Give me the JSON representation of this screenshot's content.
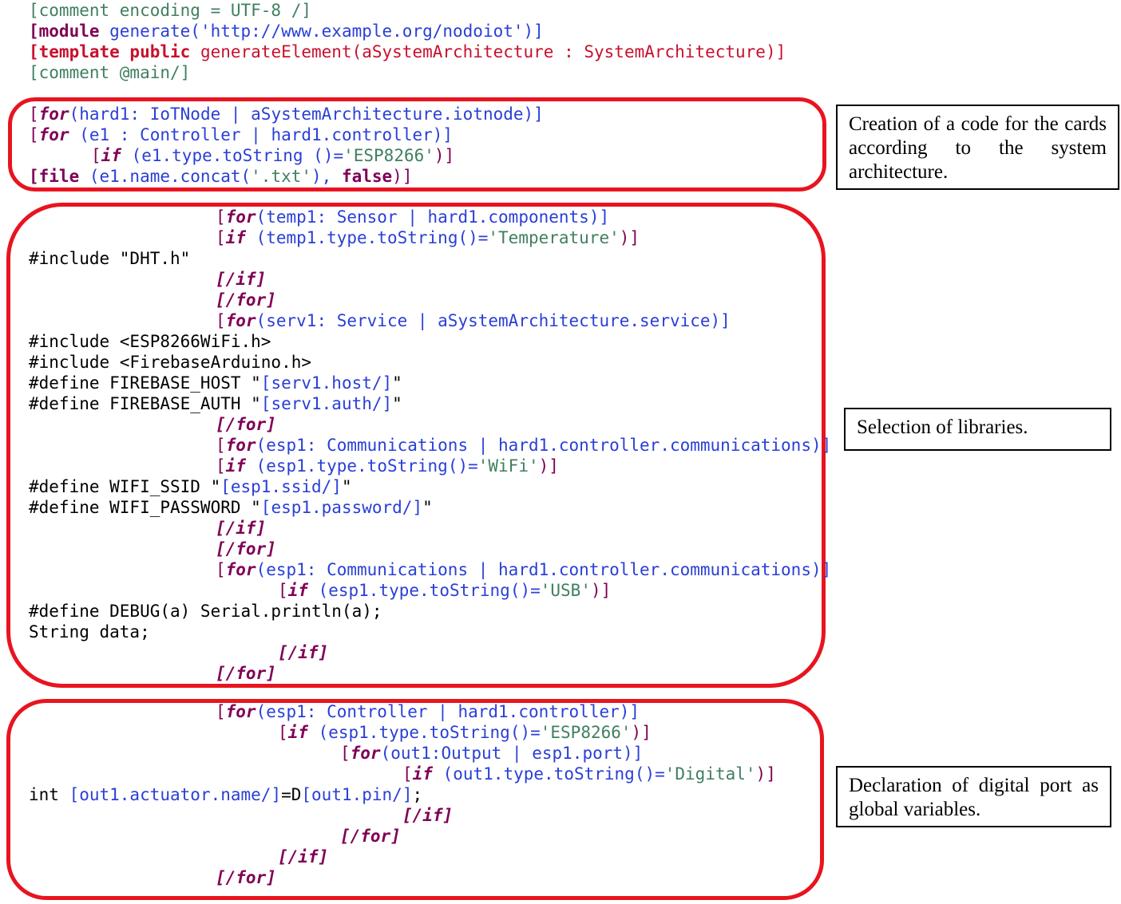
{
  "header": {
    "l1": "[comment encoding = UTF-8 /]",
    "l2_kw": "[module",
    "l2_rest": " generate('http://www.example.org/nodoiot')]",
    "l3_kw": "[template public",
    "l3_rest": " generateElement(aSystemArchitecture : SystemArchitecture)]",
    "l4": "[comment @main/]"
  },
  "block1": {
    "l1_a": "[",
    "l1_kw": "for",
    "l1_b": "(hard1: IoTNode | aSystemArchitecture.iotnode)]",
    "l2_a": "[",
    "l2_kw": "for",
    "l2_b": " (e1 : Controller | hard1.controller)]",
    "l3_a": "[",
    "l3_kw": "if",
    "l3_b": " (e1.type.toString ()=",
    "l3_s": "'ESP8266'",
    "l3_c": ")]",
    "l4_kw": "[file",
    "l4_b": " (e1.name.concat(",
    "l4_s": "'.txt'",
    "l4_c": "), ",
    "l4_f": "false",
    "l4_d": ")]"
  },
  "block2": {
    "l1_b": "(temp1: Sensor | hard1.components)]",
    "l2_b": " (temp1.type.toString()=",
    "l2_s": "'Temperature'",
    "l3": "#include \"DHT.h\"",
    "l6_b": "(serv1: Service | aSystemArchitecture.service)]",
    "l7": "#include <ESP8266WiFi.h>",
    "l8": "#include <FirebaseArduino.h>",
    "l9_a": "#define FIREBASE_HOST \"",
    "l9_b": "[serv1.host/]",
    "l9_c": "\"",
    "l10_a": "#define FIREBASE_AUTH \"",
    "l10_b": "[serv1.auth/]",
    "l10_c": "\"",
    "l12_b": "(esp1: Communications | hard1.controller.communications)]",
    "l13_b": " (esp1.type.toString()=",
    "l13_s": "'WiFi'",
    "l14_a": "#define WIFI_SSID \"",
    "l14_b": "[esp1.ssid/]",
    "l14_c": "\"",
    "l15_a": "#define WIFI_PASSWORD \"",
    "l15_b": "[esp1.password/]",
    "l15_c": "\"",
    "l19_s": "'USB'",
    "l20": "#define DEBUG(a) Serial.println(a);",
    "l21": "String data;"
  },
  "block3": {
    "l1_b": "(esp1: Controller | hard1.controller)]",
    "l2_b": " (esp1.type.toString()=",
    "l2_s": "'ESP8266'",
    "l3_b": "(out1:Output | esp1.port)]",
    "l4_b": " (out1.type.toString()=",
    "l4_s": "'Digital'",
    "l5_a": "int ",
    "l5_b": "[out1.actuator.name/]",
    "l5_c": "=D",
    "l5_d": "[out1.pin/]",
    "l5_e": ";"
  },
  "tokens": {
    "open": "[",
    "close": ")]",
    "for": "for",
    "if": "if",
    "end_for": "[/for]",
    "end_if": "[/if]"
  },
  "notes": {
    "n1": "Creation of a code for the cards according to the system architecture.",
    "n2": "Selection of libraries.",
    "n3": "Declaration of digital port as global variables."
  },
  "colors": {
    "highlight_border": "#e8141f",
    "keyword": "#7f0055",
    "identifier": "#2a3fd6",
    "comment": "#3f7f5f"
  }
}
